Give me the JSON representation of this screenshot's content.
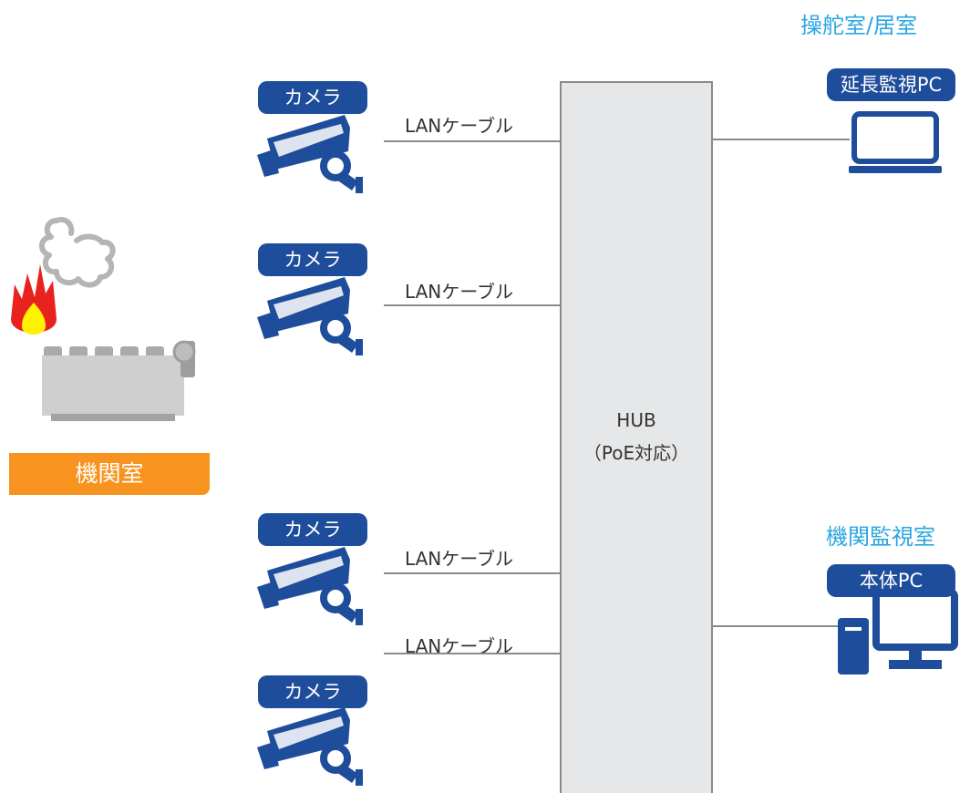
{
  "engine_room": {
    "label": "機関室",
    "color": "#f7931e"
  },
  "cameras": [
    {
      "label": "カメラ",
      "cable": "LANケーブル"
    },
    {
      "label": "カメラ",
      "cable": "LANケーブル"
    },
    {
      "label": "カメラ",
      "cable": "LANケーブル"
    },
    {
      "label": "カメラ",
      "cable": "LANケーブル"
    }
  ],
  "hub": {
    "line1": "HUB",
    "line2": "（PoE対応）"
  },
  "bridge": {
    "room": "操舵室/居室",
    "device": "延長監視PC",
    "icon": "laptop-icon"
  },
  "monitor_room": {
    "room": "機関監視室",
    "device": "本体PC",
    "icon": "desktop-pc-icon"
  },
  "colors": {
    "accent_blue": "#1e4e9b",
    "room_text": "#2aa6e0",
    "orange": "#f7931e",
    "hub_fill": "#e6e7e8"
  }
}
